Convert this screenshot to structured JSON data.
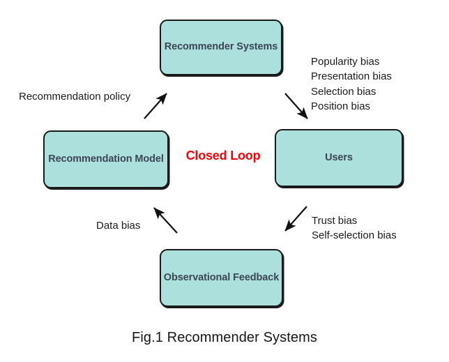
{
  "figure": {
    "caption": "Fig.1 Recommender Systems",
    "center_label": "Closed Loop",
    "colors": {
      "node_fill": "#ace0dc",
      "node_border": "#1a1a1a",
      "node_text": "#3c4556",
      "center_label": "#fb0007",
      "edge_label": "#1b1b1b",
      "background": "#ffffff"
    }
  },
  "nodes": [
    {
      "id": "recommender-systems",
      "label": "Recommender\nSystems"
    },
    {
      "id": "recommendation-model",
      "label": "Recommendation\nModel"
    },
    {
      "id": "users",
      "label": "Users"
    },
    {
      "id": "observational-feedback",
      "label": "Observational\nFeedback"
    }
  ],
  "edges": [
    {
      "id": "recommender-systems-to-users",
      "from": "recommender-systems",
      "to": "users",
      "direction": "down-right",
      "label": "Popularity bias\nPresentation bias\nSelection bias\nPosition bias"
    },
    {
      "id": "users-to-observational-feedback",
      "from": "users",
      "to": "observational-feedback",
      "direction": "down-left",
      "label": "Trust bias\nSelf-selection bias"
    },
    {
      "id": "observational-feedback-to-recommendation-model",
      "from": "observational-feedback",
      "to": "recommendation-model",
      "direction": "up-left",
      "label": "Data bias"
    },
    {
      "id": "recommendation-model-to-recommender-systems",
      "from": "recommendation-model",
      "to": "recommender-systems",
      "direction": "up-right",
      "label": "Recommendation policy"
    }
  ]
}
